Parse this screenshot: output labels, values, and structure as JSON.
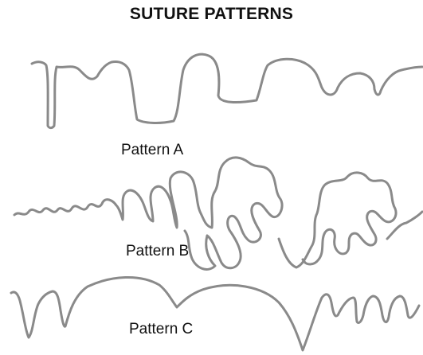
{
  "title": "SUTURE PATTERNS",
  "patterns": [
    {
      "label": "Pattern A"
    },
    {
      "label": "Pattern B"
    },
    {
      "label": "Pattern C"
    }
  ],
  "colors": {
    "line": "#8a8a8a",
    "text": "#111111",
    "background": "#ffffff"
  }
}
